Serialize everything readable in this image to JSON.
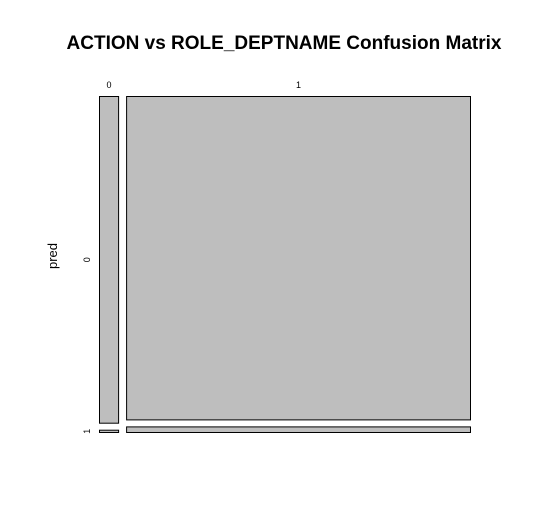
{
  "chart_data": {
    "type": "mosaic",
    "title": "ACTION vs ROLE_DEPTNAME Confusion Matrix",
    "xlabel": "",
    "ylabel": "pred",
    "x_categories": [
      "0",
      "1"
    ],
    "y_categories": [
      "0",
      "1"
    ],
    "cells": [
      {
        "x": "0",
        "y": "0",
        "proportion_of_column": 0.99
      },
      {
        "x": "0",
        "y": "1",
        "proportion_of_column": 0.01
      },
      {
        "x": "1",
        "y": "0",
        "proportion_of_column": 0.98
      },
      {
        "x": "1",
        "y": "1",
        "proportion_of_column": 0.02
      }
    ],
    "column_share": {
      "0": 0.055,
      "1": 0.945
    },
    "fill_color": "#bebebe",
    "stroke_color": "#000000"
  }
}
